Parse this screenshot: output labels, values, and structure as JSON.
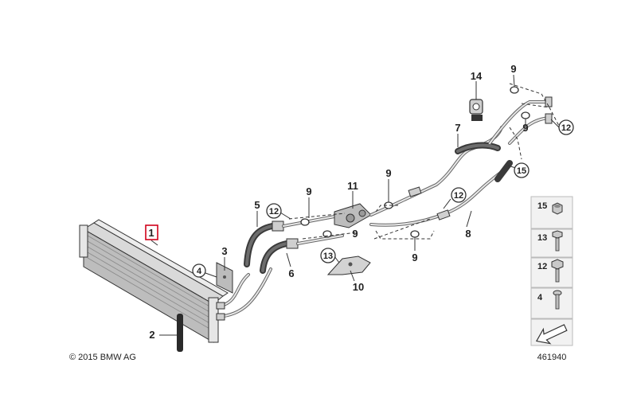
{
  "copyright": "© 2015 BMW AG",
  "diagram_number": "461940",
  "callouts": {
    "c1": "1",
    "c2": "2",
    "c3": "3",
    "c4": "4",
    "c5": "5",
    "c6": "6",
    "c7": "7",
    "c8": "8",
    "c9a": "9",
    "c9b": "9",
    "c9c": "9",
    "c9d": "9",
    "c9e": "9",
    "c9f": "9",
    "c10": "10",
    "c11": "11",
    "c12a": "12",
    "c12b": "12",
    "c12c": "12",
    "c13": "13",
    "c14": "14",
    "c15": "15"
  },
  "legend": {
    "l15": "15",
    "l13": "13",
    "l12": "12",
    "l4": "4"
  },
  "colors": {
    "highlight": "#d0021b",
    "line": "#333333",
    "legend_bg": "#f2f2f2"
  }
}
